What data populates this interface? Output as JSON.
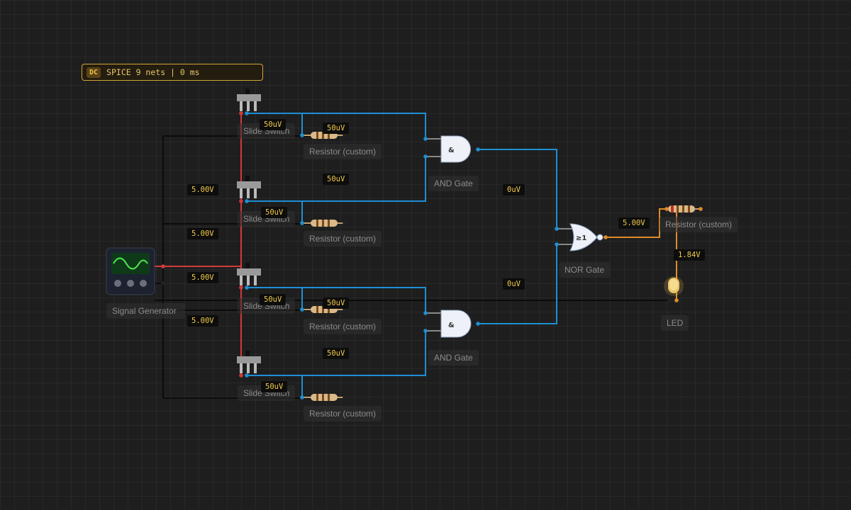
{
  "simulation": {
    "mode_badge": "DC",
    "status_text": "SPICE 9 nets | 0 ms"
  },
  "components": [
    {
      "id": "sw1",
      "label": "Slide Switch"
    },
    {
      "id": "sw2",
      "label": "Slide Switch"
    },
    {
      "id": "sw3",
      "label": "Slide Switch"
    },
    {
      "id": "sw4",
      "label": "Slide Switch"
    },
    {
      "id": "r1",
      "label": "Resistor (custom)"
    },
    {
      "id": "r2",
      "label": "Resistor (custom)"
    },
    {
      "id": "r3",
      "label": "Resistor (custom)"
    },
    {
      "id": "r4",
      "label": "Resistor (custom)"
    },
    {
      "id": "and1",
      "label": "AND Gate",
      "symbol": "&"
    },
    {
      "id": "and2",
      "label": "AND Gate",
      "symbol": "&"
    },
    {
      "id": "nor1",
      "label": "NOR Gate",
      "symbol": "≥1"
    },
    {
      "id": "r5",
      "label": "Resistor (custom)"
    },
    {
      "id": "led1",
      "label": "LED"
    },
    {
      "id": "sig1",
      "label": "Signal Generator"
    }
  ],
  "voltage_labels": [
    {
      "id": "v1",
      "text": "50uV"
    },
    {
      "id": "v2",
      "text": "50uV"
    },
    {
      "id": "v3",
      "text": "50uV"
    },
    {
      "id": "v4",
      "text": "5.00V"
    },
    {
      "id": "v5",
      "text": "50uV"
    },
    {
      "id": "v6",
      "text": "0uV"
    },
    {
      "id": "v7",
      "text": "5.00V"
    },
    {
      "id": "v8",
      "text": "5.00V"
    },
    {
      "id": "v9",
      "text": "5.00V"
    },
    {
      "id": "v10",
      "text": "1.84V"
    },
    {
      "id": "v11",
      "text": "50uV"
    },
    {
      "id": "v12",
      "text": "50uV"
    },
    {
      "id": "v13",
      "text": "0uV"
    },
    {
      "id": "v14",
      "text": "5.00V"
    },
    {
      "id": "v15",
      "text": "50uV"
    },
    {
      "id": "v16",
      "text": "50uV"
    }
  ],
  "colors": {
    "wire_signal": "#1e8fd4",
    "wire_power": "#d33a3a",
    "wire_ground": "#0b0b0b",
    "wire_output": "#e08a2a",
    "label_text": "#f1c94a",
    "status_border": "#d4a437"
  }
}
